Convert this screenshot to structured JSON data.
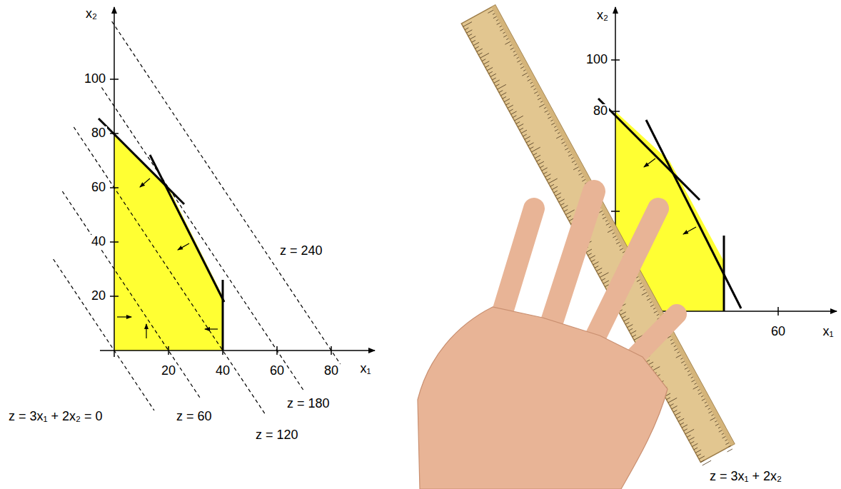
{
  "diagram": {
    "labels": [
      "x₂",
      "100",
      "80",
      "60",
      "40",
      "20",
      "20",
      "40",
      "60",
      "80",
      "x₁",
      "z = 240",
      "z = 180",
      "z = 120",
      "z = 60",
      "z = 3x₁ + 2x₂ = 0",
      "x₂",
      "100",
      "80",
      "60",
      "x₁",
      "z = 3x₁ + 2x₂"
    ]
  }
}
